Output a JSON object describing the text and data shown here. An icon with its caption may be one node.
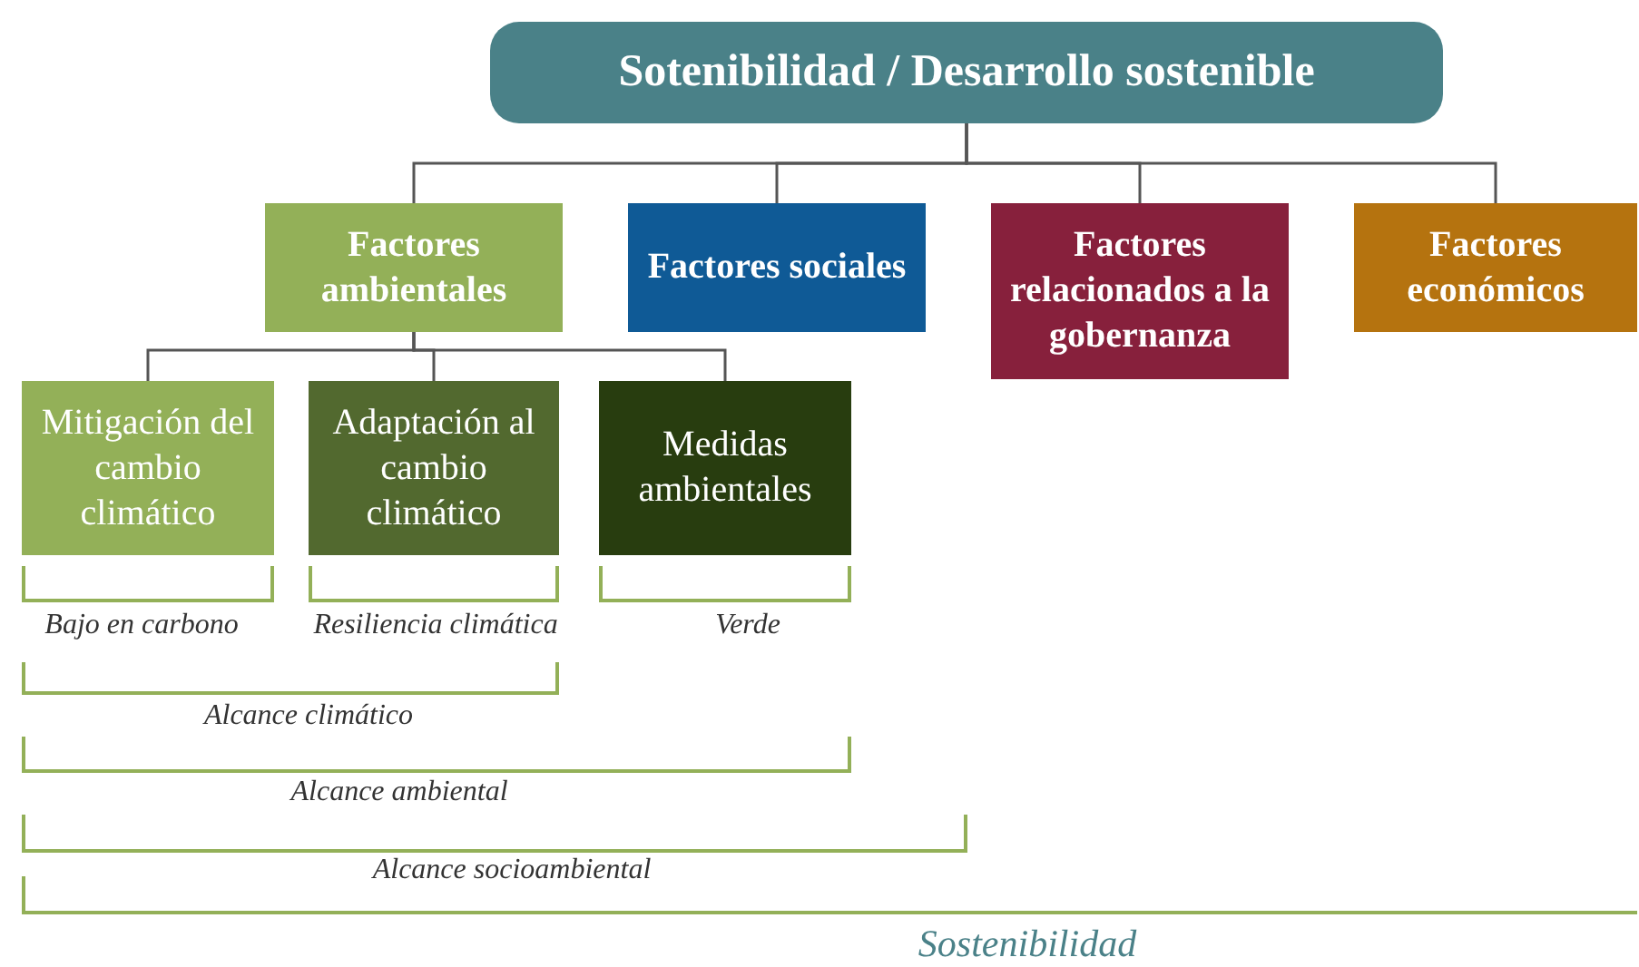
{
  "diagram": {
    "nodes": [
      {
        "text": [
          "Sotenibilidad / Desarrollo sostenible"
        ]
      },
      {
        "text": [
          "Factores ambientales"
        ]
      },
      {
        "text": [
          "Factores sociales"
        ]
      },
      {
        "text": [
          "Factores relacionados a la gobernanza"
        ]
      },
      {
        "text": [
          "Factores económicos"
        ]
      },
      {
        "text": [
          "Mitigación del cambio climático"
        ]
      },
      {
        "text": [
          "Adaptación al cambio climático"
        ]
      },
      {
        "text": [
          "Medidas ambientales"
        ]
      }
    ],
    "edges": [
      {
        "from": 0,
        "to": 1,
        "arrow": "none"
      },
      {
        "from": 0,
        "to": 2,
        "arrow": "none"
      },
      {
        "from": 0,
        "to": 3,
        "arrow": "none"
      },
      {
        "from": 0,
        "to": 4,
        "arrow": "none"
      },
      {
        "from": 1,
        "to": 5,
        "arrow": "none"
      },
      {
        "from": 1,
        "to": 6,
        "arrow": "none"
      },
      {
        "from": 1,
        "to": 7,
        "arrow": "none"
      }
    ],
    "labels": [
      "Bajo en carbono",
      "Resiliencia climática",
      "Verde",
      "Alcance climático",
      "Alcance ambiental",
      "Alcance socioambiental",
      "Sostenibilidad"
    ]
  }
}
